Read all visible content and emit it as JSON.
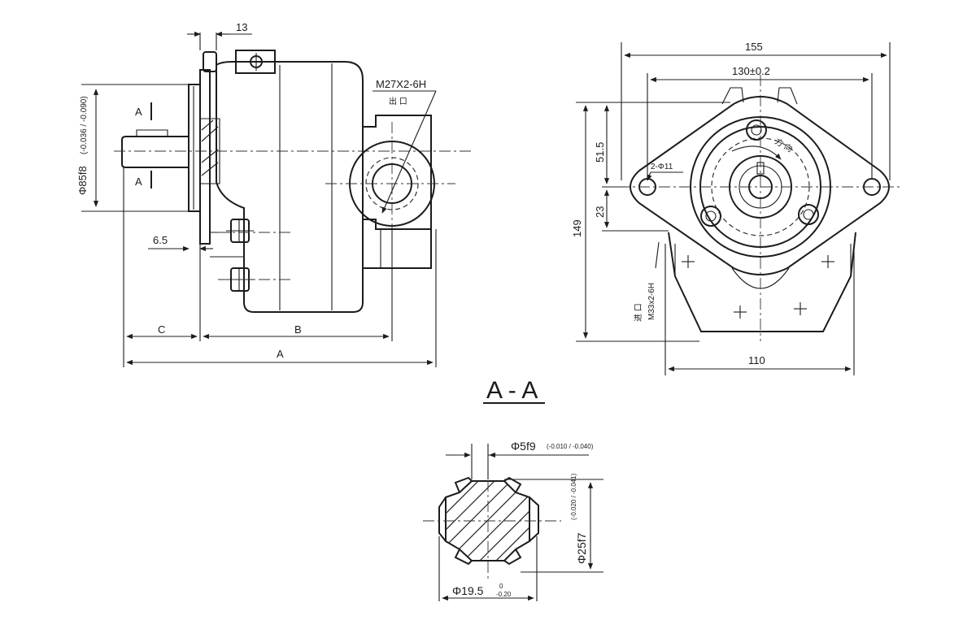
{
  "side_view": {
    "dim_flange": "13",
    "dim_pilot_diameter": "Φ85f8",
    "dim_pilot_tol": "(-0.036 / -0.090)",
    "section_mark": "A",
    "dim_step": "6.5",
    "dim_C": "C",
    "dim_B": "B",
    "dim_A": "A",
    "outlet_thread": "M27X2-6H",
    "outlet_label": "出 口"
  },
  "front_view": {
    "dim_overall_width": "155",
    "dim_bolt_spacing": "130±0.2",
    "dim_upper_height": "51.5",
    "dim_lower_offset": "23",
    "dim_total_height": "149",
    "dim_base_width": "110",
    "hole_callout": "2-Φ11",
    "inlet_label": "进 口",
    "inlet_thread": "M33x2-6H",
    "rotation_label": "方 向"
  },
  "section": {
    "title": "A - A",
    "dim_key_width": "Φ5f9",
    "dim_key_tol": "(-0.010 / -0.040)",
    "dim_outer": "Φ25f7",
    "dim_outer_tol": "(-0.020 / -0.041)",
    "dim_root": "Φ19.5",
    "dim_root_tol_upper": "0",
    "dim_root_tol_lower": "-0.20"
  },
  "colors": {
    "line": "#1c1c1c",
    "background": "#ffffff"
  }
}
